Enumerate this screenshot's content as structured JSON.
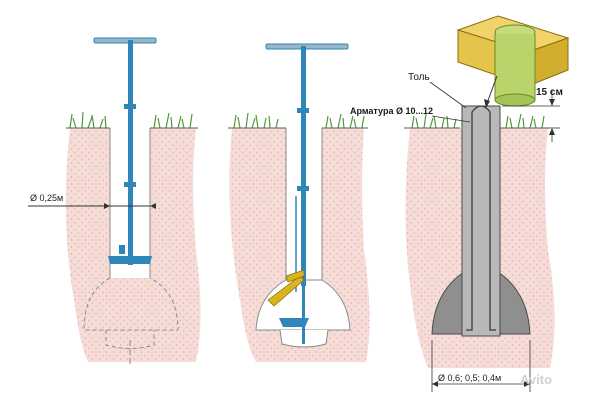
{
  "labels": {
    "diameter_top": "Ø 0,25м",
    "ruberoid": "Толь",
    "rebar": "Арматура Ø 10...12",
    "height_offset": "15 см",
    "diameter_bottom": "Ø 0,6; 0,5; 0,4м",
    "watermark": "Avito"
  },
  "colors": {
    "tool_blue": "#2f86b8",
    "soil_pink": "#e7b3aa",
    "soil_dots": "#d27d78",
    "grass": "#4e9a3a",
    "formwork_wood": "#e4c44a",
    "formwork_pipe": "#b8d46a",
    "concrete": "#b8b8b8",
    "footing": "#8f8f8f",
    "blade_yellow": "#d8b41e"
  }
}
